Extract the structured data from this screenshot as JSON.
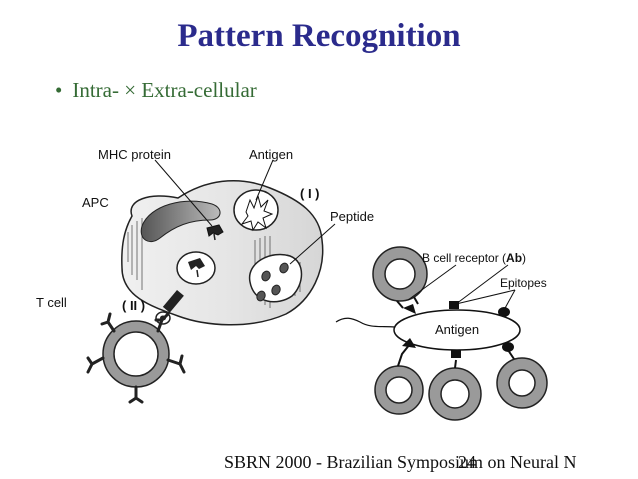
{
  "slide": {
    "title": "Pattern Recognition",
    "bullet_marker": "•",
    "bullet_text": "Intra- × Extra-cellular",
    "footer": "SBRN 2000 - Brazilian Symposium on Neural N",
    "page_number": "24"
  },
  "diagram": {
    "labels": {
      "mhc_protein": "MHC protein",
      "antigen_top": "Antigen",
      "apc": "APC",
      "class_i": "( I )",
      "peptide": "Peptide",
      "t_cell": "T cell",
      "class_ii": "( II )",
      "b_cell_receptor_prefix": "B cell receptor (",
      "b_cell_receptor_ab": "Ab",
      "b_cell_receptor_suffix": ")",
      "epitopes": "Epitopes",
      "antigen_center": "Antigen"
    }
  }
}
